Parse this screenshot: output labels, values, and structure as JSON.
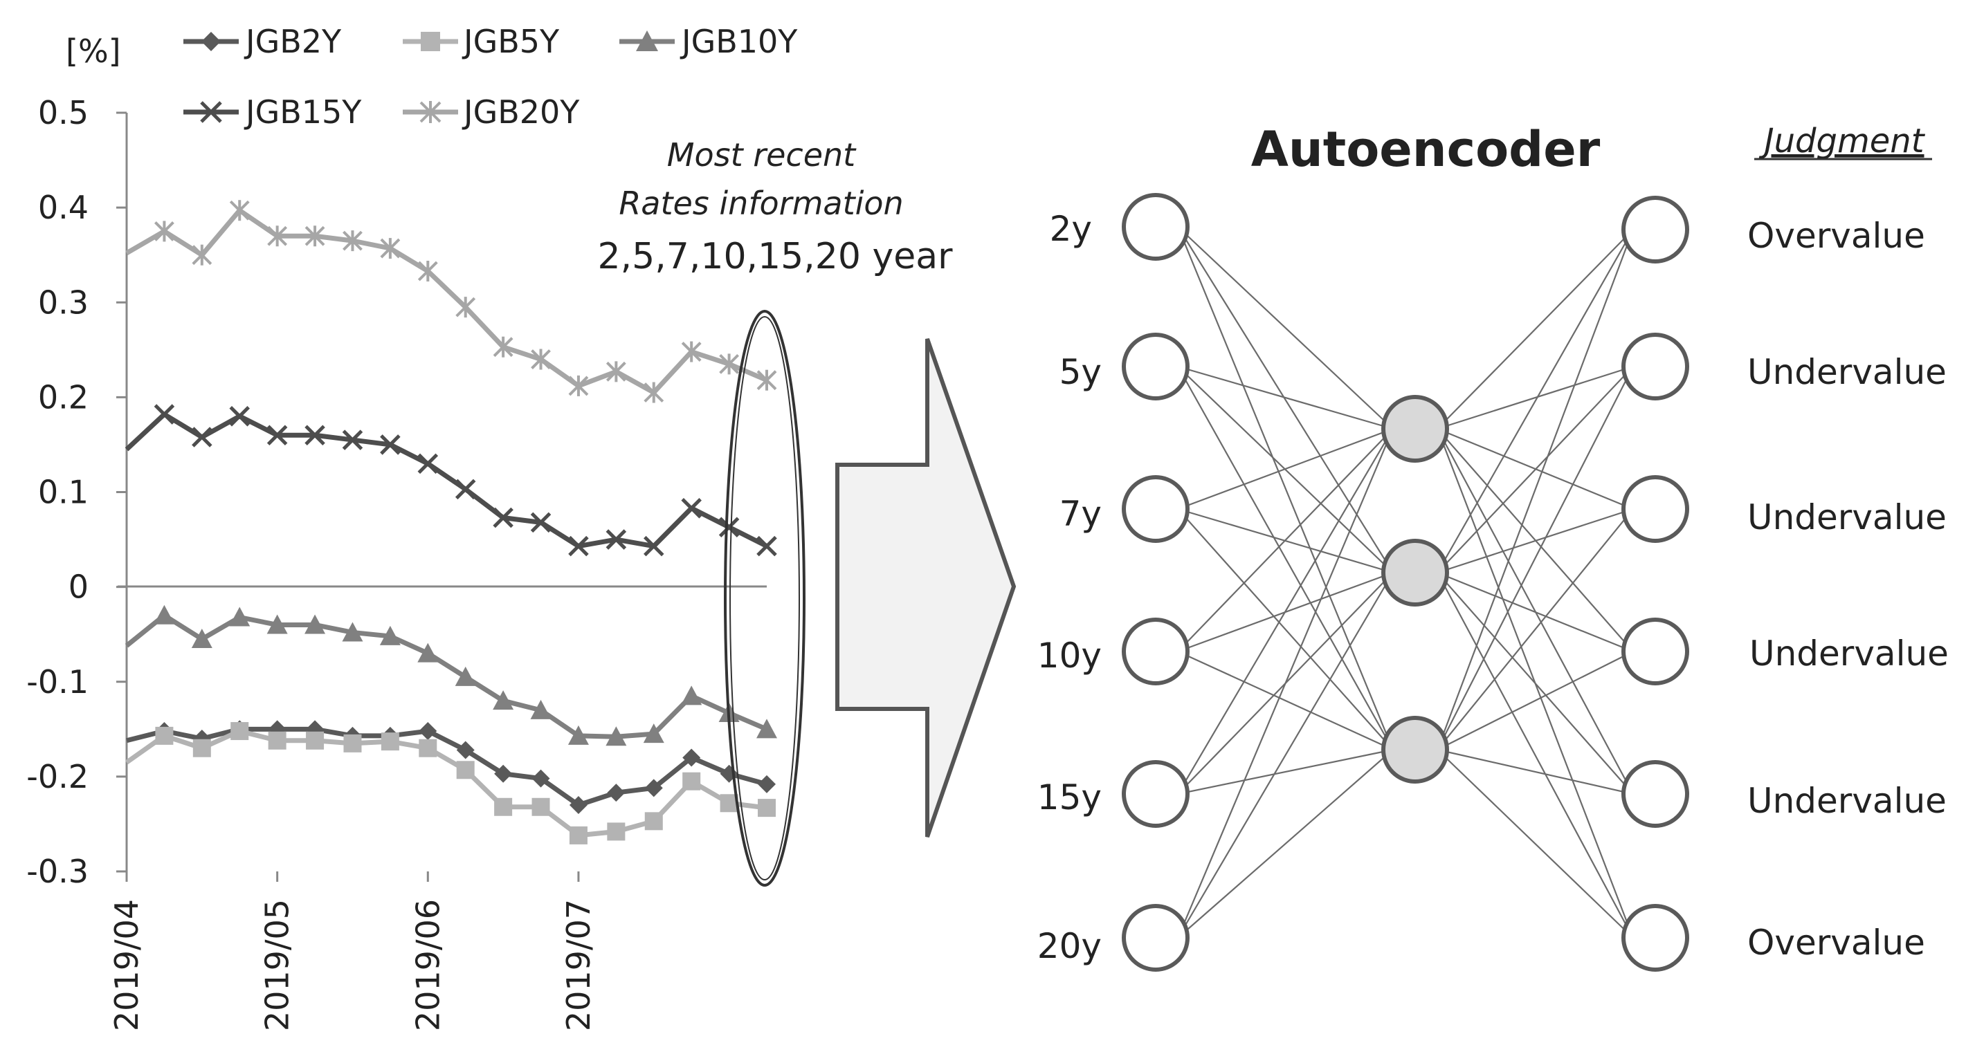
{
  "chart_data": {
    "type": "line",
    "ylabel": "[%]",
    "ylim": [
      -0.3,
      0.5
    ],
    "yticks": [
      {
        "value": 0.5,
        "label": "0.5"
      },
      {
        "value": 0.4,
        "label": "0.4"
      },
      {
        "value": 0.3,
        "label": "0.3"
      },
      {
        "value": 0.2,
        "label": "0.2"
      },
      {
        "value": 0.1,
        "label": "0.1"
      },
      {
        "value": 0,
        "label": "0"
      },
      {
        "value": -0.1,
        "label": "-0.1"
      },
      {
        "value": -0.2,
        "label": "-0.2"
      },
      {
        "value": -0.3,
        "label": "-0.3"
      }
    ],
    "xticks": [
      {
        "index": 0,
        "label": "2019/04"
      },
      {
        "index": 4,
        "label": "2019/05"
      },
      {
        "index": 8,
        "label": "2019/06"
      },
      {
        "index": 12,
        "label": "2019/07"
      }
    ],
    "point_count": 17,
    "legend_position": "top",
    "series": [
      {
        "name": "JGB2Y",
        "marker": "diamond",
        "color": "#595959",
        "values": [
          -0.162,
          -0.152,
          -0.16,
          -0.15,
          -0.15,
          -0.15,
          -0.157,
          -0.157,
          -0.152,
          -0.172,
          -0.197,
          -0.202,
          -0.23,
          -0.217,
          -0.212,
          -0.18,
          -0.197,
          -0.208
        ]
      },
      {
        "name": "JGB5Y",
        "marker": "square",
        "color": "#b3b3b3",
        "values": [
          -0.185,
          -0.157,
          -0.17,
          -0.152,
          -0.162,
          -0.162,
          -0.165,
          -0.163,
          -0.17,
          -0.193,
          -0.232,
          -0.232,
          -0.262,
          -0.258,
          -0.247,
          -0.205,
          -0.228,
          -0.233
        ]
      },
      {
        "name": "JGB10Y",
        "marker": "triangle",
        "color": "#808080",
        "values": [
          -0.062,
          -0.03,
          -0.055,
          -0.032,
          -0.04,
          -0.04,
          -0.048,
          -0.052,
          -0.07,
          -0.095,
          -0.12,
          -0.13,
          -0.157,
          -0.158,
          -0.155,
          -0.115,
          -0.133,
          -0.15
        ]
      },
      {
        "name": "JGB15Y",
        "marker": "x",
        "color": "#4d4d4d",
        "values": [
          0.145,
          0.182,
          0.158,
          0.18,
          0.16,
          0.16,
          0.155,
          0.15,
          0.13,
          0.103,
          0.073,
          0.068,
          0.043,
          0.05,
          0.043,
          0.083,
          0.063,
          0.043
        ]
      },
      {
        "name": "JGB20Y",
        "marker": "asterisk",
        "color": "#a6a6a6",
        "values": [
          0.352,
          0.375,
          0.35,
          0.397,
          0.37,
          0.37,
          0.365,
          0.357,
          0.333,
          0.295,
          0.253,
          0.24,
          0.212,
          0.227,
          0.205,
          0.248,
          0.235,
          0.218
        ]
      }
    ]
  },
  "annotation": {
    "line1": "Most recent",
    "line2": "Rates information",
    "line3": "2,5,7,10,15,20 year"
  },
  "network": {
    "title": "Autoencoder",
    "judgment_header": "Judgment",
    "inputs": [
      "2y",
      "5y",
      "7y",
      "10y",
      "15y",
      "20y"
    ],
    "hidden_count": 3,
    "outputs": [
      "Overvalue",
      "Undervalue",
      "Undervalue",
      "Undervalue",
      "Undervalue",
      "Overvalue"
    ]
  }
}
